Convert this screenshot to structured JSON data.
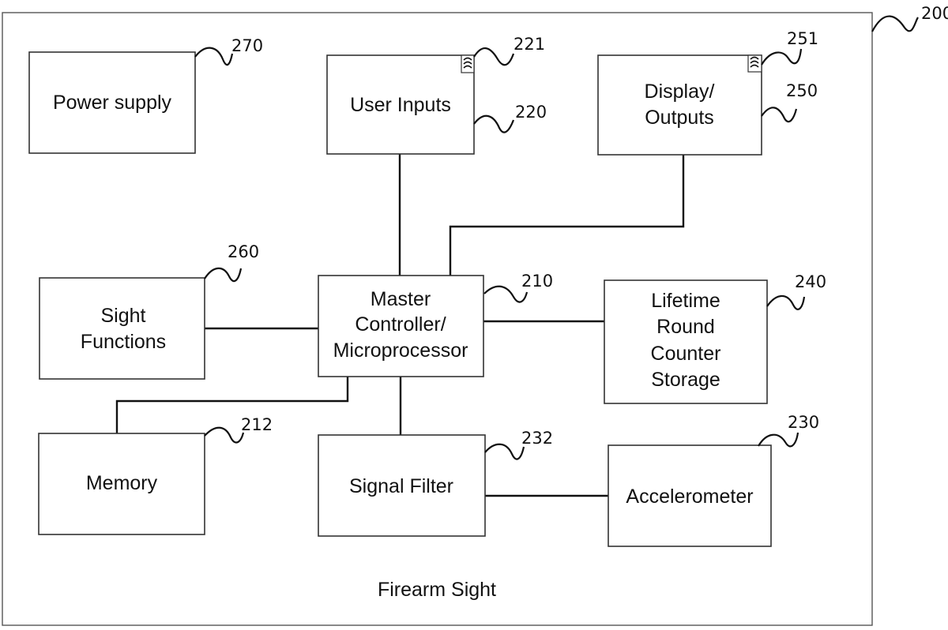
{
  "diagram": {
    "title": "Firearm Sight",
    "title_ref": "200",
    "blocks": {
      "power_supply": {
        "lines": [
          "Power supply"
        ],
        "ref": "270"
      },
      "user_inputs": {
        "lines": [
          "User Inputs"
        ],
        "ref": "220",
        "icon_ref": "221",
        "icon": "wireless-icon"
      },
      "display_outputs": {
        "lines": [
          "Display/",
          "Outputs"
        ],
        "ref": "250",
        "icon_ref": "251",
        "icon": "wireless-icon"
      },
      "sight_functions": {
        "lines": [
          "Sight",
          "Functions"
        ],
        "ref": "260"
      },
      "master_controller": {
        "lines": [
          "Master",
          "Controller/",
          "Microprocessor"
        ],
        "ref": "210"
      },
      "round_counter": {
        "lines": [
          "Lifetime",
          "Round",
          "Counter",
          "Storage"
        ],
        "ref": "240"
      },
      "memory": {
        "lines": [
          "Memory"
        ],
        "ref": "212"
      },
      "signal_filter": {
        "lines": [
          "Signal Filter"
        ],
        "ref": "232"
      },
      "accelerometer": {
        "lines": [
          "Accelerometer"
        ],
        "ref": "230"
      }
    },
    "connections": [
      [
        "user_inputs",
        "master_controller"
      ],
      [
        "display_outputs",
        "master_controller"
      ],
      [
        "sight_functions",
        "master_controller"
      ],
      [
        "master_controller",
        "round_counter"
      ],
      [
        "master_controller",
        "memory"
      ],
      [
        "master_controller",
        "signal_filter"
      ],
      [
        "signal_filter",
        "accelerometer"
      ]
    ]
  }
}
